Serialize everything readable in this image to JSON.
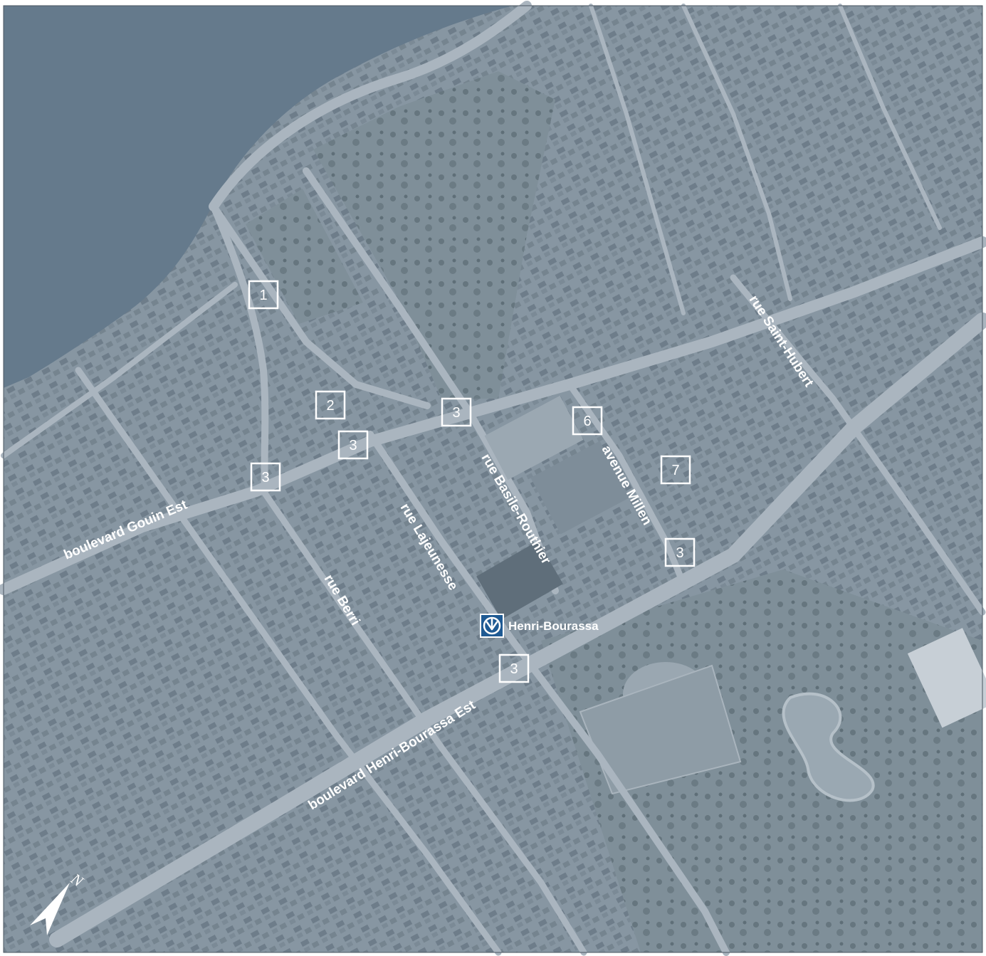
{
  "colors": {
    "water": "#657a8c",
    "land": "#8c9aa6",
    "road": "#aab5bf",
    "block": "#6c7b88",
    "park": "#7d8d98",
    "label": "#ffffff",
    "metro_blue": "#1f5a93"
  },
  "streets": [
    {
      "label": "boulevard Gouin Est"
    },
    {
      "label": "rue Berri"
    },
    {
      "label": "rue Lajeunesse"
    },
    {
      "label": "rue Basile-Routhier"
    },
    {
      "label": "avenue Millen"
    },
    {
      "label": "rue Saint-Hubert"
    },
    {
      "label": "boulevard Henri-Bourassa Est"
    }
  ],
  "markers": [
    {
      "label": "1"
    },
    {
      "label": "2"
    },
    {
      "label": "3"
    },
    {
      "label": "3"
    },
    {
      "label": "3"
    },
    {
      "label": "6"
    },
    {
      "label": "7"
    },
    {
      "label": "3"
    },
    {
      "label": "3"
    }
  ],
  "metro": {
    "label": "Henri-Bourassa",
    "icon": "metro-icon"
  },
  "compass": {
    "label": "N",
    "icon": "north-arrow-icon"
  }
}
